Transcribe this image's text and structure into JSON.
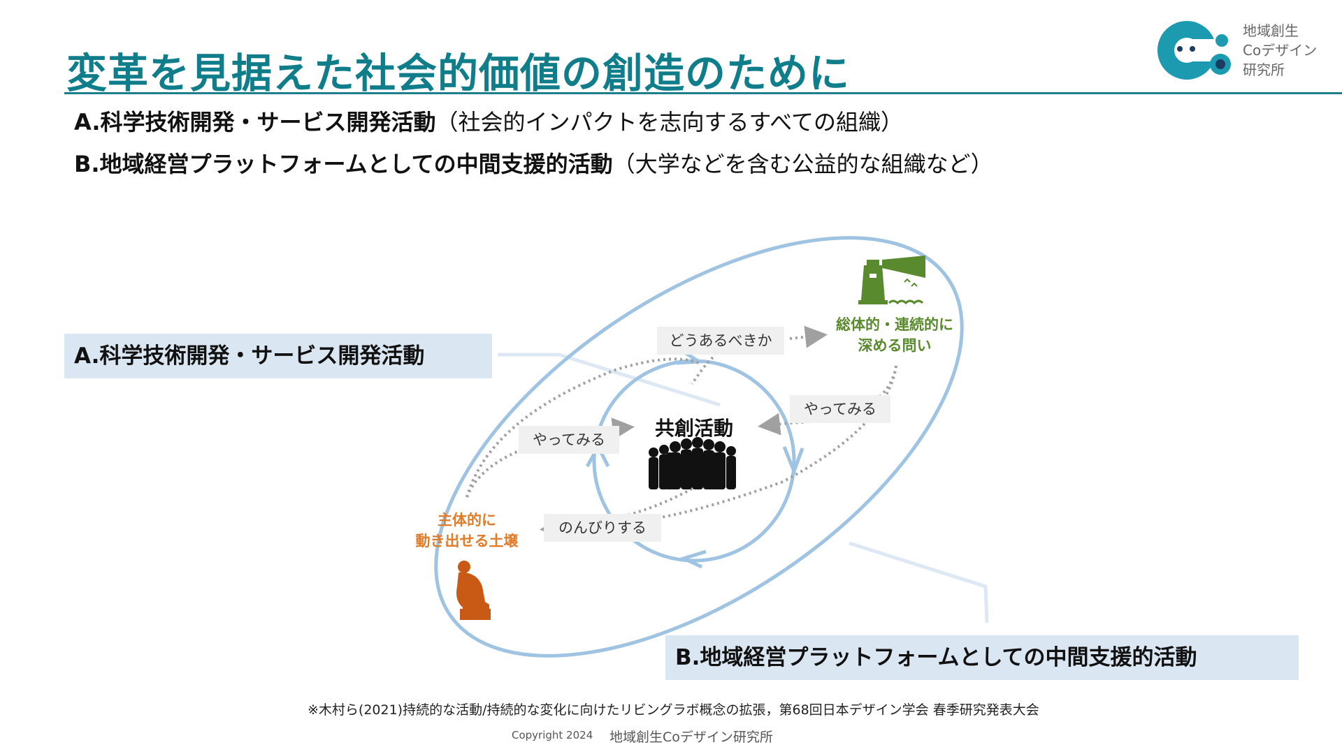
{
  "title": "変革を見据えた社会的価値の創造のために",
  "logo": {
    "line1": "地域創生",
    "line2": "Coデザイン",
    "line3": "研究所",
    "brand_color": "#1b9ab0"
  },
  "subtitles": [
    {
      "main": "A.科学技術開発・サービス開発活動",
      "note": "（社会的インパクトを志向するすべての組織）"
    },
    {
      "main": "B.地域経営プラットフォームとしての中間支援的活動",
      "note": "（大学などを含む公益的な組織など）"
    }
  ],
  "diagram": {
    "label_a": "A.科学技術開発・サービス開発活動",
    "label_b": "B.地域経営プラットフォームとしての中間支援的活動",
    "center": "共創活動",
    "green_line1": "総体的・連続的に",
    "green_line2": "深める問い",
    "orange_line1": "主体的に",
    "orange_line2": "動き出せる土壌",
    "step_how": "どうあるべきか",
    "step_try_right": "やってみる",
    "step_try_left": "やってみる",
    "step_relax": "のんびりする",
    "colors": {
      "ellipse": "#9fc3e2",
      "green": "#5a8a2e",
      "orange": "#c85a16",
      "arrow": "#a0a0a0"
    },
    "icons": [
      "lighthouse-icon",
      "crowd-icon",
      "thinker-statue-icon"
    ]
  },
  "footnote": "※木村ら(2021)持続的な活動/持続的な変化に向けたリビングラボ概念の拡張，第68回日本デザイン学会 春季研究発表大会",
  "copyright": "Copyright 2024",
  "copyright_org": "地域創生Coデザイン研究所",
  "colors": {
    "title": "#0f7d8a",
    "label_bg": "#dae6f2",
    "step_bg": "#f0f0f0"
  }
}
